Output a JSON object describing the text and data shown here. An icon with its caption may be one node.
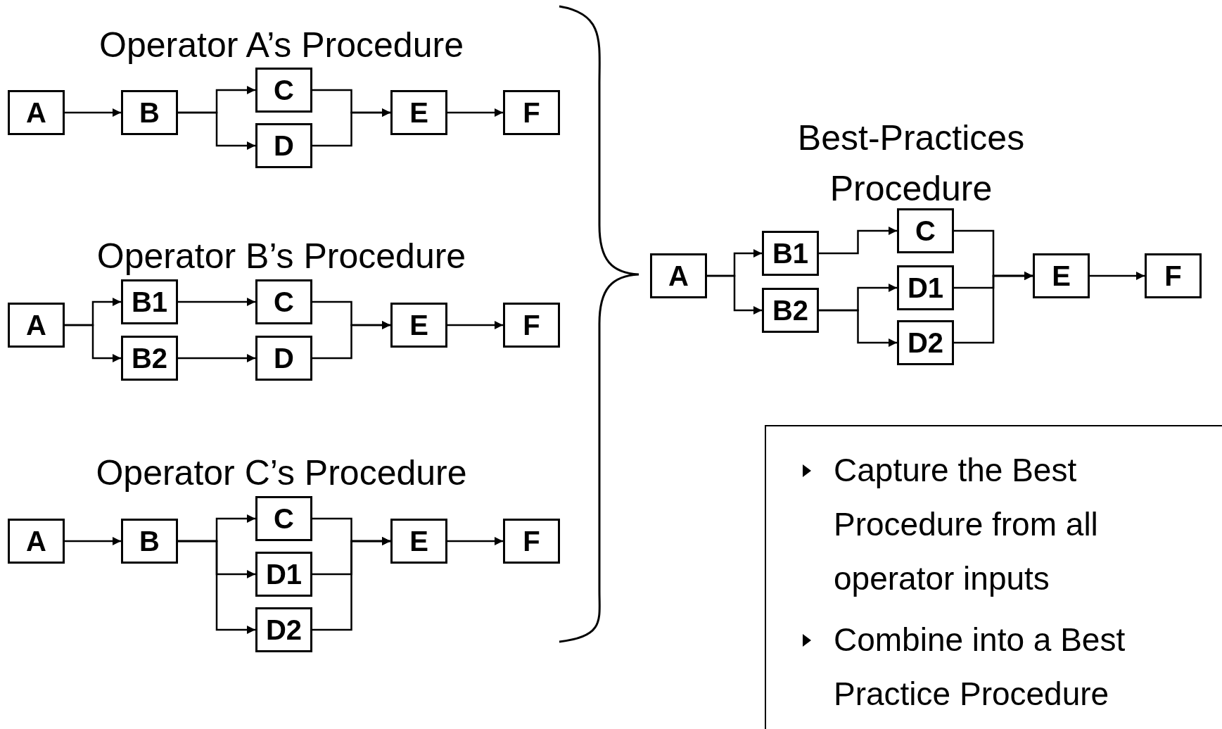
{
  "diagram": {
    "nodes": [
      {
        "text": [
          "A"
        ]
      },
      {
        "text": [
          "B"
        ]
      },
      {
        "text": [
          "C"
        ]
      },
      {
        "text": [
          "D"
        ]
      },
      {
        "text": [
          "E"
        ]
      },
      {
        "text": [
          "F"
        ]
      },
      {
        "text": [
          "A"
        ]
      },
      {
        "text": [
          "B1"
        ]
      },
      {
        "text": [
          "B2"
        ]
      },
      {
        "text": [
          "C"
        ]
      },
      {
        "text": [
          "D"
        ]
      },
      {
        "text": [
          "E"
        ]
      },
      {
        "text": [
          "F"
        ]
      },
      {
        "text": [
          "A"
        ]
      },
      {
        "text": [
          "B"
        ]
      },
      {
        "text": [
          "C"
        ]
      },
      {
        "text": [
          "D1"
        ]
      },
      {
        "text": [
          "D2"
        ]
      },
      {
        "text": [
          "E"
        ]
      },
      {
        "text": [
          "F"
        ]
      },
      {
        "text": [
          "A"
        ]
      },
      {
        "text": [
          "B1"
        ]
      },
      {
        "text": [
          "B2"
        ]
      },
      {
        "text": [
          "C"
        ]
      },
      {
        "text": [
          "D1"
        ]
      },
      {
        "text": [
          "D2"
        ]
      },
      {
        "text": [
          "E"
        ]
      },
      {
        "text": [
          "F"
        ]
      },
      {
        "text": [
          "Capture the Best Procedure from all operator inputs",
          "Combine into a Best Practice Procedure"
        ]
      }
    ],
    "edges": [
      {
        "from": 0,
        "to": 1,
        "arrow": "to"
      },
      {
        "from": 1,
        "to": 2,
        "arrow": "to"
      },
      {
        "from": 1,
        "to": 3,
        "arrow": "to"
      },
      {
        "from": 2,
        "to": 4,
        "arrow": "to"
      },
      {
        "from": 3,
        "to": 4,
        "arrow": "to"
      },
      {
        "from": 4,
        "to": 5,
        "arrow": "to"
      },
      {
        "from": 6,
        "to": 7,
        "arrow": "to"
      },
      {
        "from": 6,
        "to": 8,
        "arrow": "to"
      },
      {
        "from": 7,
        "to": 9,
        "arrow": "to"
      },
      {
        "from": 8,
        "to": 10,
        "arrow": "to"
      },
      {
        "from": 9,
        "to": 11,
        "arrow": "to"
      },
      {
        "from": 10,
        "to": 11,
        "arrow": "to"
      },
      {
        "from": 11,
        "to": 12,
        "arrow": "to"
      },
      {
        "from": 13,
        "to": 14,
        "arrow": "to"
      },
      {
        "from": 14,
        "to": 15,
        "arrow": "to"
      },
      {
        "from": 14,
        "to": 16,
        "arrow": "to"
      },
      {
        "from": 14,
        "to": 17,
        "arrow": "to"
      },
      {
        "from": 15,
        "to": 18,
        "arrow": "to"
      },
      {
        "from": 16,
        "to": 18,
        "arrow": "to"
      },
      {
        "from": 17,
        "to": 18,
        "arrow": "to"
      },
      {
        "from": 18,
        "to": 19,
        "arrow": "to"
      },
      {
        "from": 20,
        "to": 21,
        "arrow": "to"
      },
      {
        "from": 20,
        "to": 22,
        "arrow": "to"
      },
      {
        "from": 21,
        "to": 23,
        "arrow": "to"
      },
      {
        "from": 22,
        "to": 24,
        "arrow": "to"
      },
      {
        "from": 22,
        "to": 25,
        "arrow": "to"
      },
      {
        "from": 23,
        "to": 26,
        "arrow": "to"
      },
      {
        "from": 24,
        "to": 26,
        "arrow": "to"
      },
      {
        "from": 25,
        "to": 26,
        "arrow": "to"
      },
      {
        "from": 26,
        "to": 27,
        "arrow": "to"
      }
    ],
    "labels": [
      "Operator A’s Procedure",
      "Operator B’s Procedure",
      "Operator C’s Procedure",
      "Best-Practices Procedure"
    ]
  }
}
